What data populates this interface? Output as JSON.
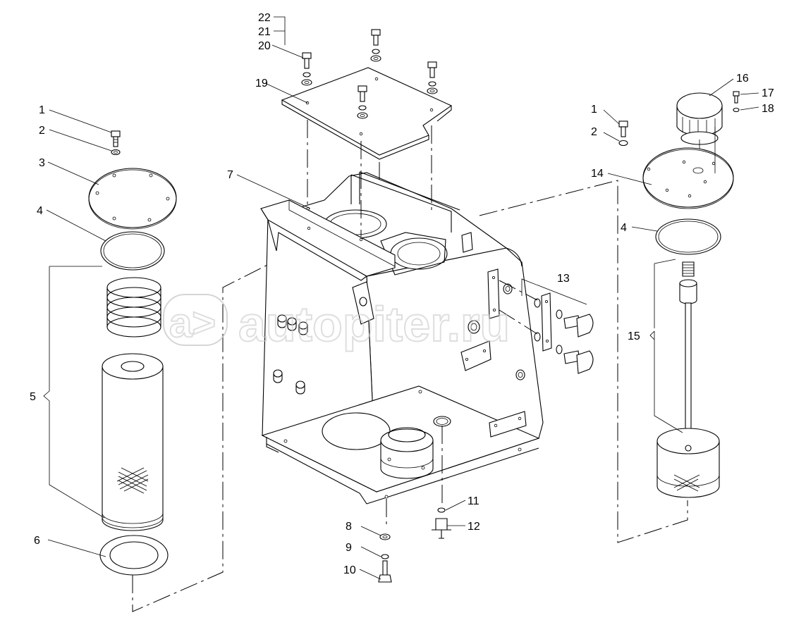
{
  "watermark": "autopiter.ru",
  "watermark_logo": "a>",
  "callouts": [
    {
      "id": "c1a",
      "text": "1"
    },
    {
      "id": "c2a",
      "text": "2"
    },
    {
      "id": "c3",
      "text": "3"
    },
    {
      "id": "c4a",
      "text": "4"
    },
    {
      "id": "c5",
      "text": "5"
    },
    {
      "id": "c6",
      "text": "6"
    },
    {
      "id": "c7",
      "text": "7"
    },
    {
      "id": "c8",
      "text": "8"
    },
    {
      "id": "c9",
      "text": "9"
    },
    {
      "id": "c10",
      "text": "10"
    },
    {
      "id": "c11",
      "text": "11"
    },
    {
      "id": "c12",
      "text": "12"
    },
    {
      "id": "c13",
      "text": "13"
    },
    {
      "id": "c14",
      "text": "14"
    },
    {
      "id": "c15",
      "text": "15"
    },
    {
      "id": "c16",
      "text": "16"
    },
    {
      "id": "c17",
      "text": "17"
    },
    {
      "id": "c18",
      "text": "18"
    },
    {
      "id": "c19",
      "text": "19"
    },
    {
      "id": "c20",
      "text": "20"
    },
    {
      "id": "c21",
      "text": "21"
    },
    {
      "id": "c22",
      "text": "22"
    },
    {
      "id": "c1b",
      "text": "1"
    },
    {
      "id": "c2b",
      "text": "2"
    },
    {
      "id": "c4b",
      "text": "4"
    }
  ]
}
